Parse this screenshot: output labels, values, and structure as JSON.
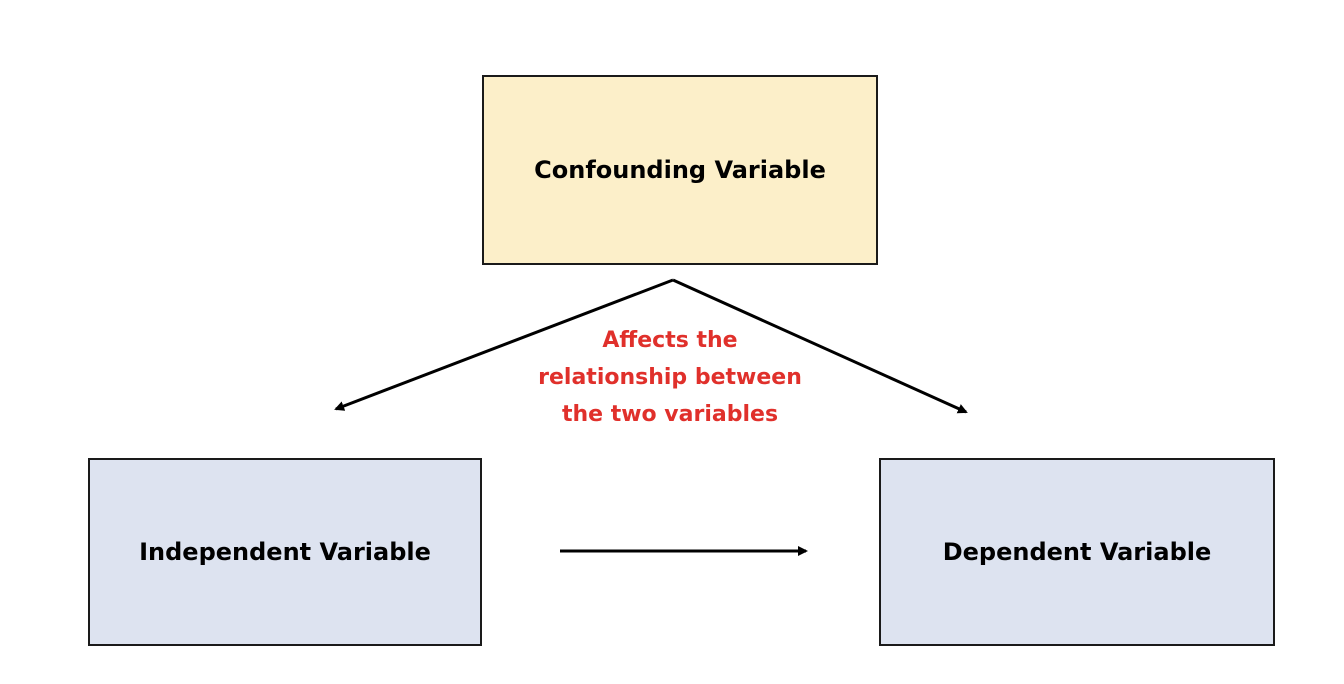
{
  "colors": {
    "confounding_fill": "#fcefc9",
    "variable_fill": "#dde3f0",
    "annotation_text": "#e0302b",
    "arrow": "#000000"
  },
  "nodes": {
    "confounding": {
      "label": "Confounding Variable"
    },
    "independent": {
      "label": "Independent Variable"
    },
    "dependent": {
      "label": "Dependent Variable"
    }
  },
  "annotation": {
    "lines": [
      "Affects the",
      "relationship between",
      "the two variables"
    ]
  },
  "edges": [
    {
      "from": "confounding",
      "to": "independent"
    },
    {
      "from": "confounding",
      "to": "dependent"
    },
    {
      "from": "independent",
      "to": "dependent"
    }
  ]
}
